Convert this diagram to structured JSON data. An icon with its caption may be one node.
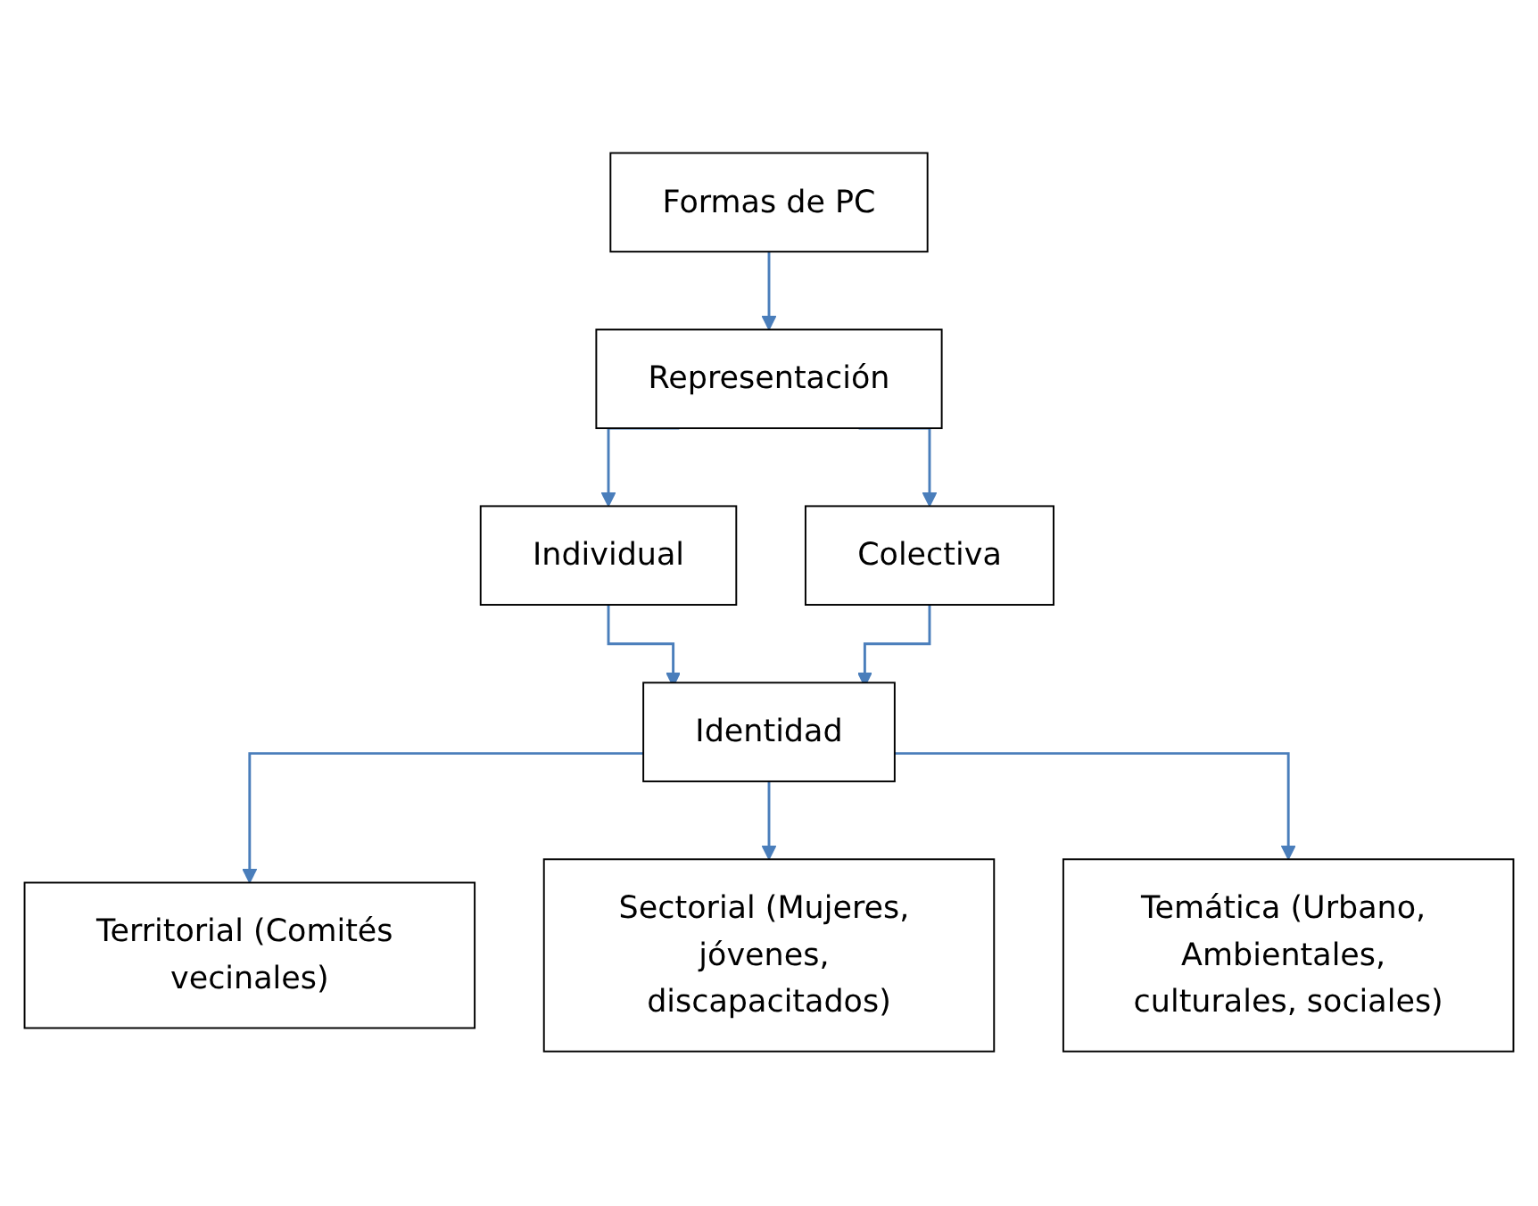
{
  "diagram": {
    "nodes": [
      {
        "text": [
          "Formas de PC"
        ]
      },
      {
        "text": [
          "Representación"
        ]
      },
      {
        "text": [
          "Individual"
        ]
      },
      {
        "text": [
          "Colectiva"
        ]
      },
      {
        "text": [
          "Identidad"
        ]
      },
      {
        "text": [
          "Territorial (Comités vecinales)"
        ]
      },
      {
        "text": [
          "Sectorial (Mujeres, jóvenes, discapacitados)"
        ]
      },
      {
        "text": [
          "Temática (Urbano, Ambientales, culturales, sociales)"
        ]
      }
    ],
    "edges": [
      {
        "from": 0,
        "to": 1,
        "arrow": "to"
      },
      {
        "from": 1,
        "to": 2,
        "arrow": "to"
      },
      {
        "from": 1,
        "to": 3,
        "arrow": "to"
      },
      {
        "from": 2,
        "to": 4,
        "arrow": "to"
      },
      {
        "from": 3,
        "to": 4,
        "arrow": "to"
      },
      {
        "from": 4,
        "to": 5,
        "arrow": "to"
      },
      {
        "from": 4,
        "to": 6,
        "arrow": "to"
      },
      {
        "from": 4,
        "to": 7,
        "arrow": "to"
      }
    ]
  }
}
